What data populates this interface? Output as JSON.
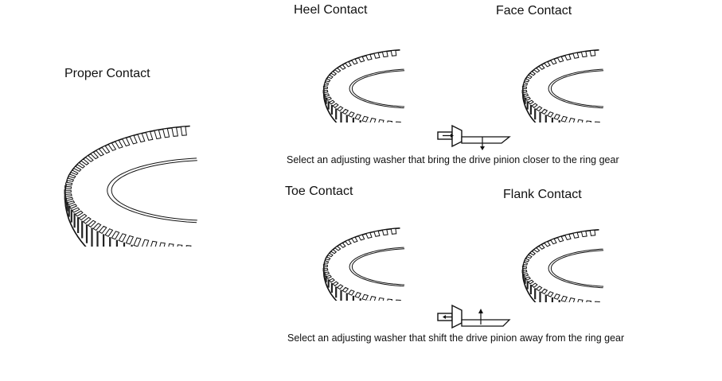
{
  "labels": {
    "proper": "Proper Contact",
    "heel": "Heel Contact",
    "face": "Face Contact",
    "toe": "Toe Contact",
    "flank": "Flank Contact"
  },
  "captions": {
    "closer": "Select an adjusting washer that bring the drive pinion closer to the ring gear",
    "away": "Select an adjusting washer that shift the drive pinion away from the ring gear"
  },
  "icons": {
    "gear": "bevel-ring-gear-icon",
    "pinion_closer": "pinion-adjust-closer-icon",
    "pinion_away": "pinion-adjust-away-icon"
  }
}
